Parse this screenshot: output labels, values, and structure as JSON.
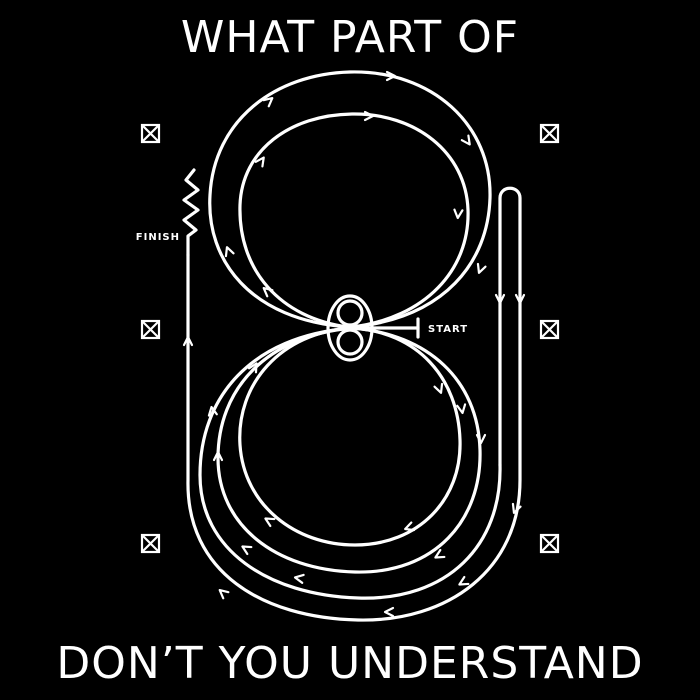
{
  "headline": {
    "top": "WHAT PART OF",
    "bottom": "DON’T YOU UNDERSTAND"
  },
  "labels": {
    "finish": "FINISH",
    "start": "START"
  },
  "colors": {
    "background": "#000000",
    "ink": "#ffffff"
  },
  "icons": [
    "crossed-box-icon",
    "arrow-icon",
    "zigzag-icon",
    "start-tick-icon"
  ]
}
